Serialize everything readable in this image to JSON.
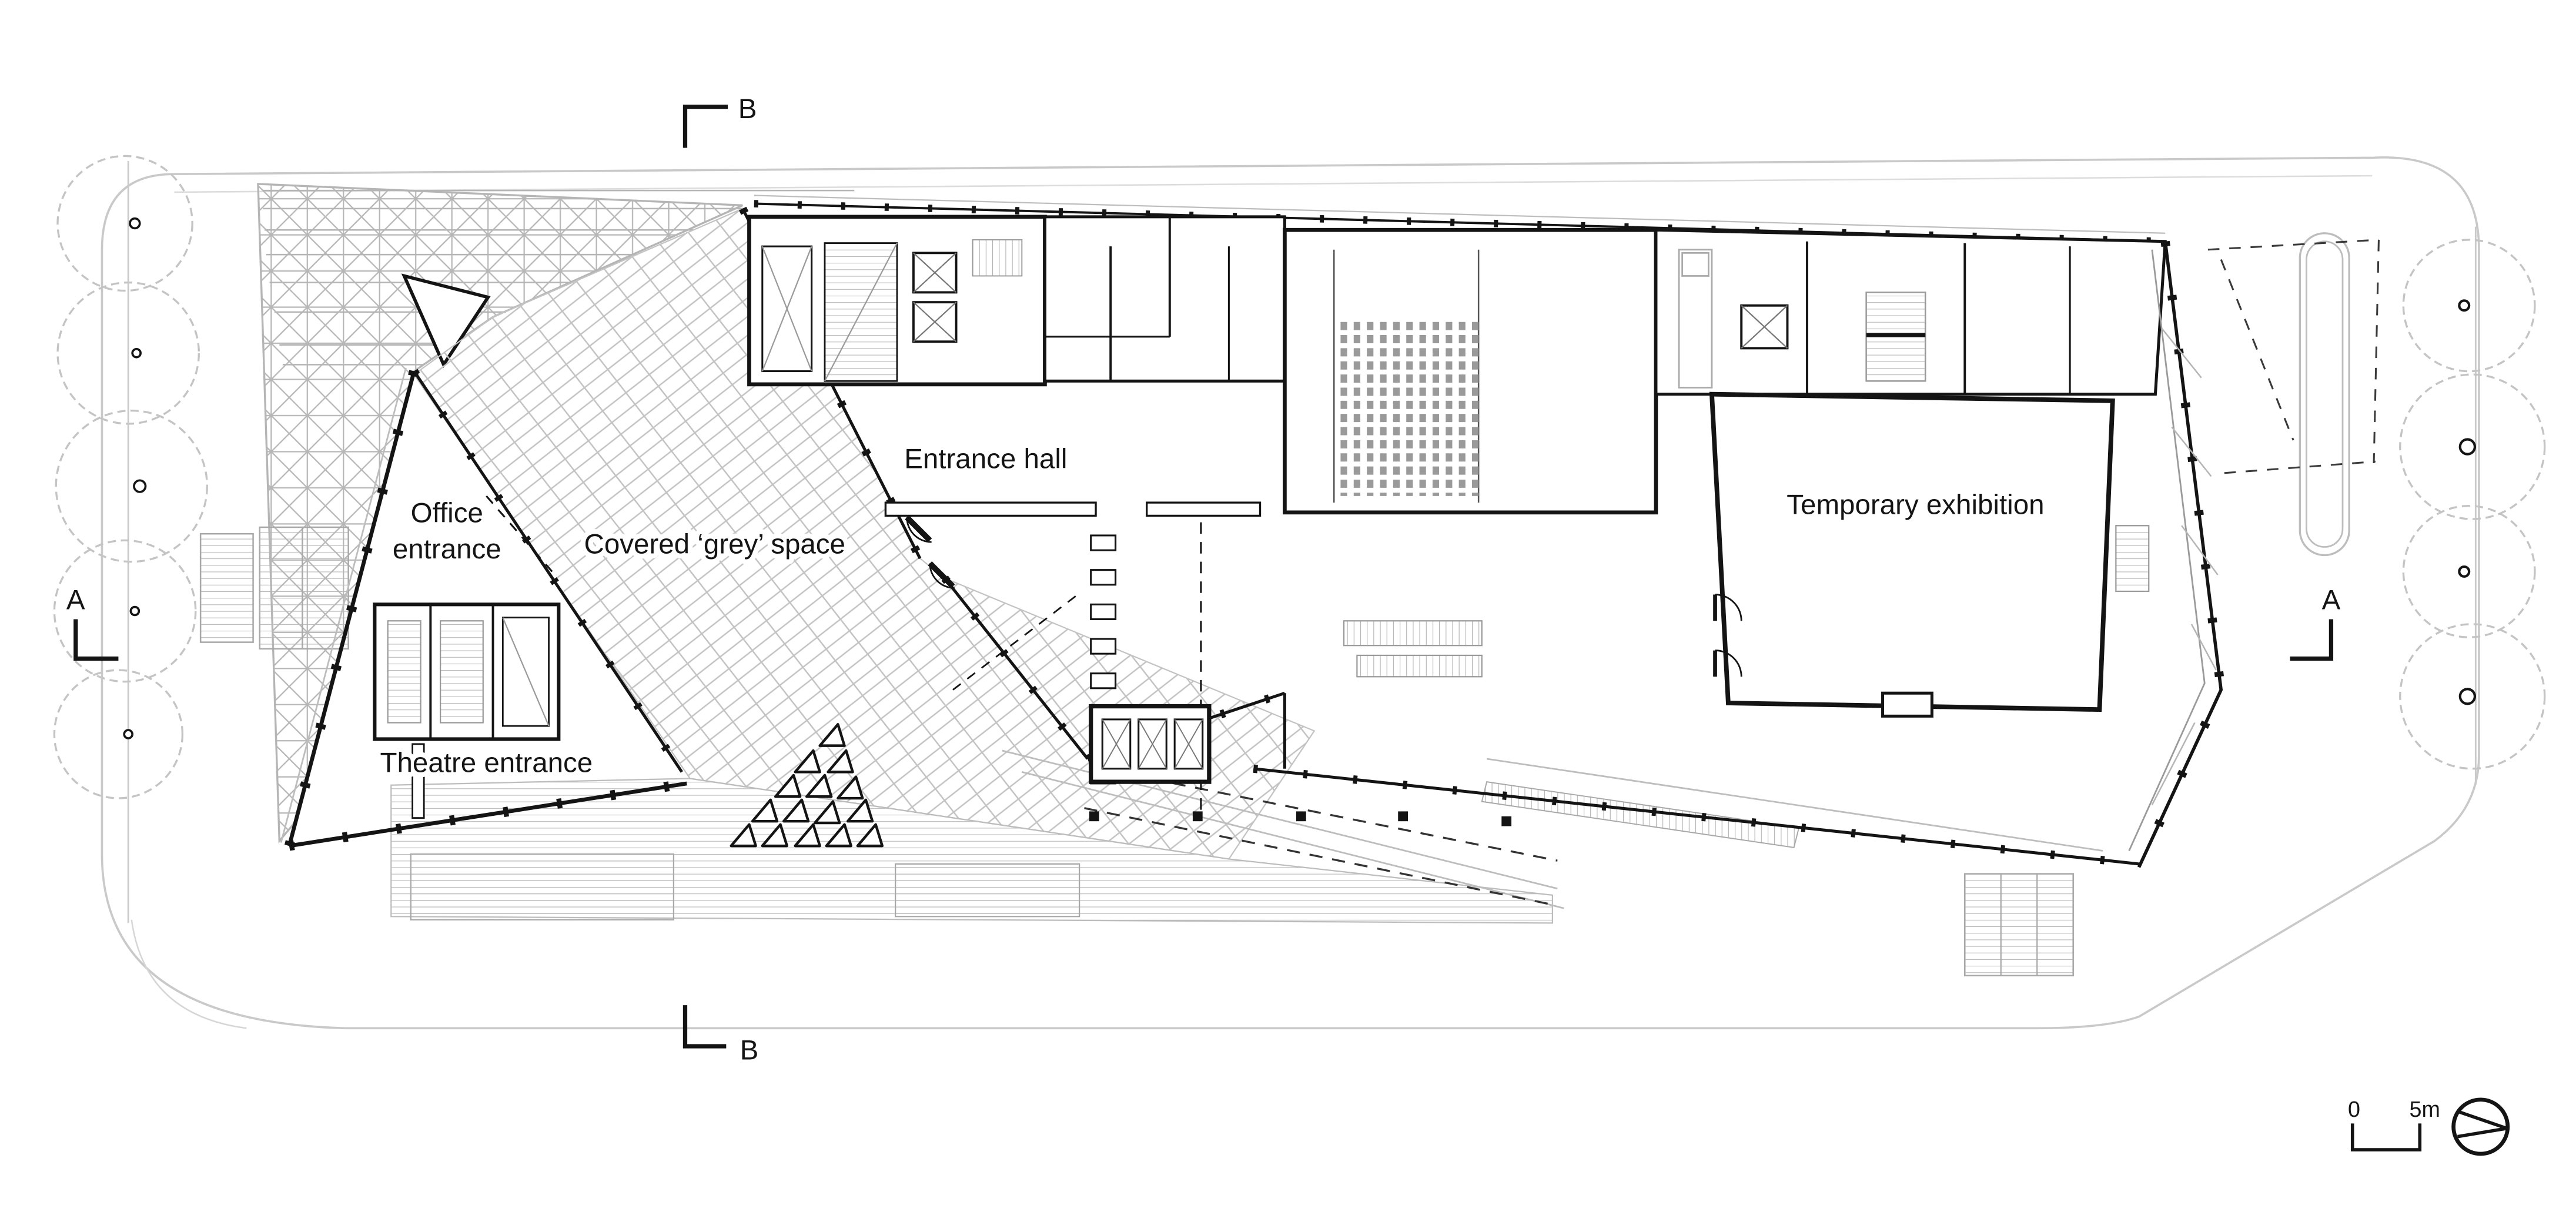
{
  "labels": {
    "office_line1": "Office",
    "office_line2": "entrance",
    "covered_grey_space": "Covered ‘grey’ space",
    "entrance_hall": "Entrance hall",
    "theatre_entrance": "Theatre entrance",
    "temporary_exhibition": "Temporary exhibition"
  },
  "section_markers": {
    "top": "B",
    "bottom": "B",
    "left": "A",
    "right": "A"
  },
  "scale_bar": {
    "start": "0",
    "end": "5m"
  },
  "icons": {
    "north_arrow": "north-arrow-compass-circle",
    "section_bracket": "section-cut-bracket"
  },
  "colors": {
    "wall": "#141414",
    "glass_gray": "#9a9a9a",
    "light_gray": "#c3c3c3",
    "site_line": "#c9c9c9",
    "background": "#ffffff"
  }
}
